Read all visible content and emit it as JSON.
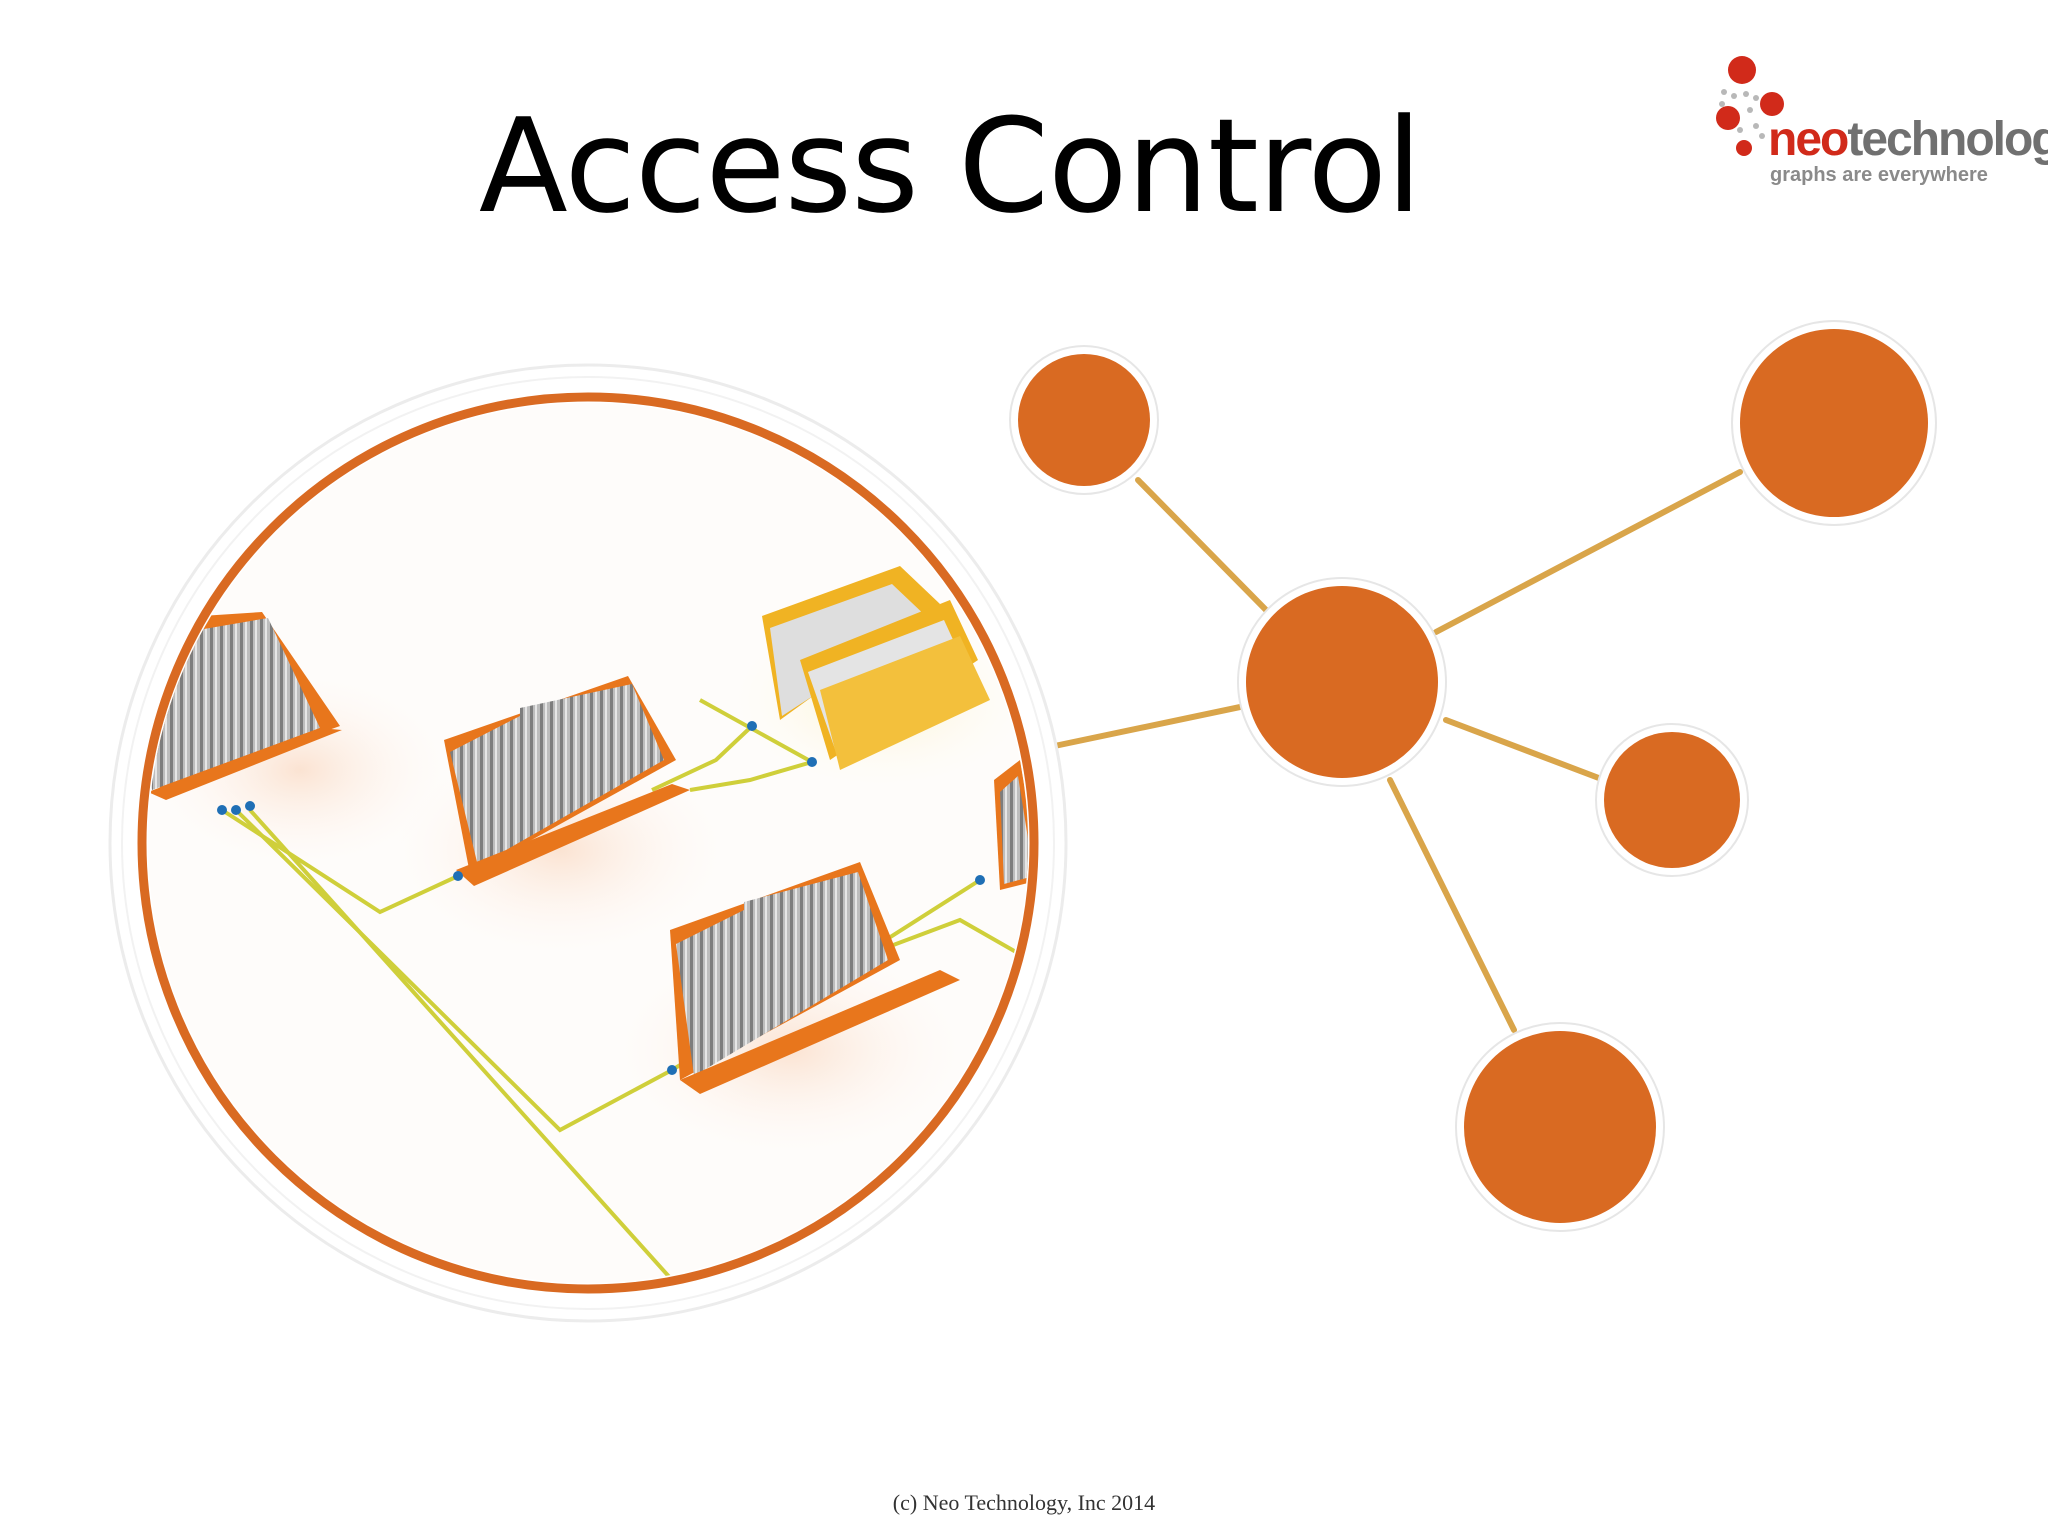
{
  "slide": {
    "title": "Access Control",
    "footer": "(c) Neo Technology, Inc 2014"
  },
  "logo": {
    "brand_neo": "neo",
    "brand_tech": "technology",
    "tagline": "graphs are everywhere",
    "colors": {
      "dots": "#d12a1a",
      "text": "#707070"
    }
  },
  "illustration": {
    "icon": "folder-hierarchy-image",
    "colors": {
      "node": "#d96a22",
      "edge": "#d9a54a",
      "folder_orange": "#e8761c",
      "folder_yellow": "#f0b323",
      "wire": "#cfcf3a"
    }
  }
}
